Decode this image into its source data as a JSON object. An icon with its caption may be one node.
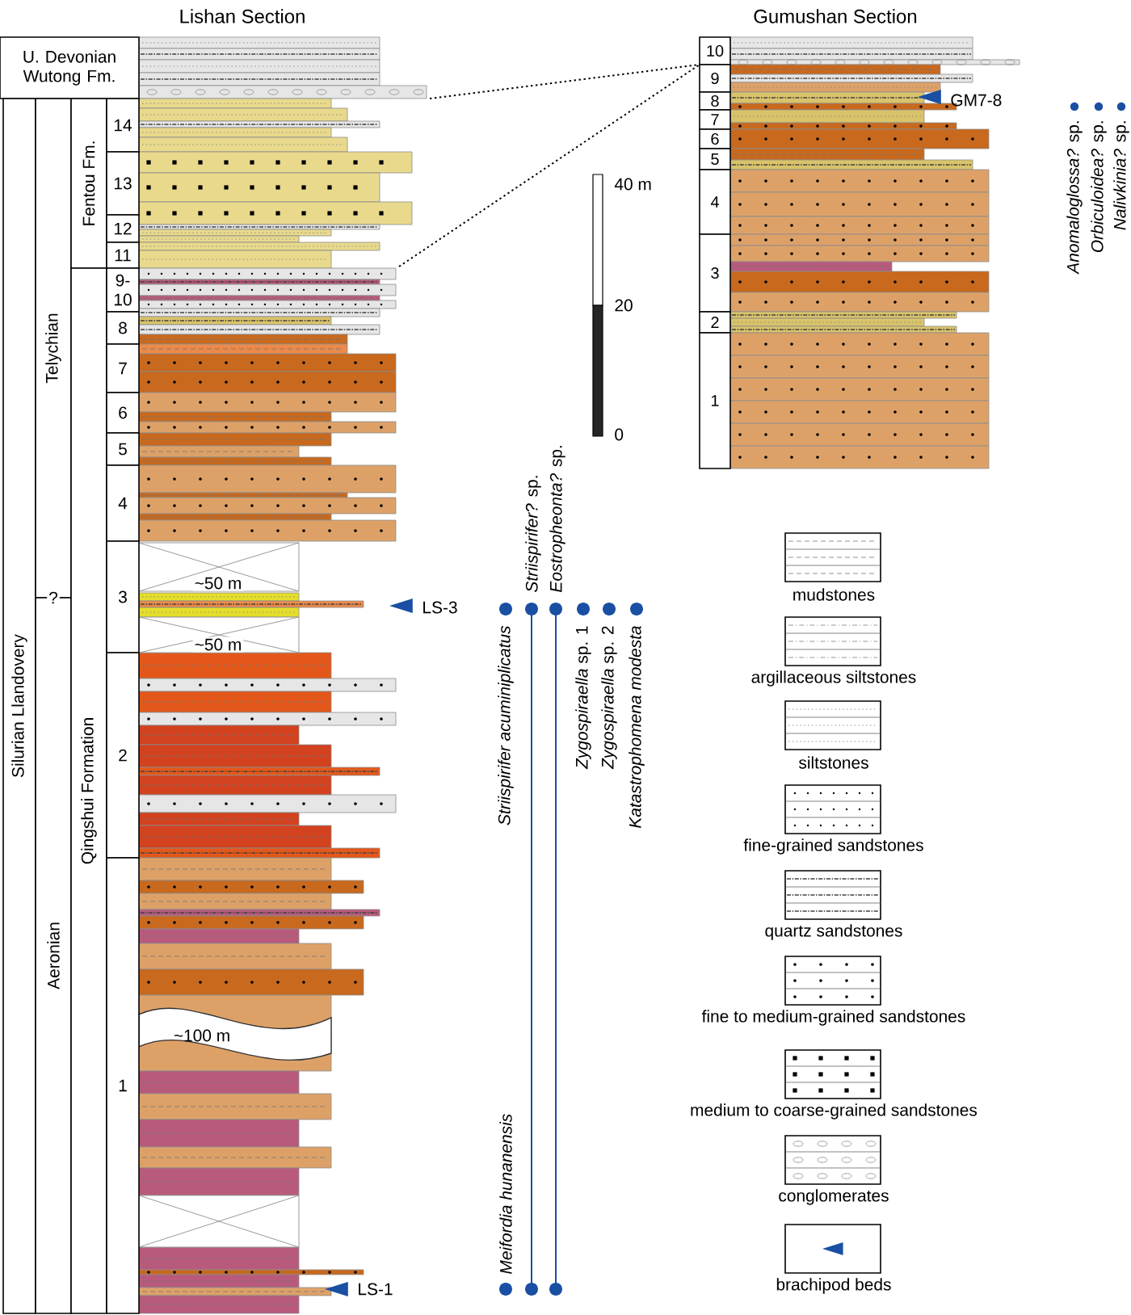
{
  "diagram": {
    "nodes": [
      {
        "text": [
          "U. Devonian Wutong Fm."
        ]
      },
      {
        "text": [
          "Silurian Llandovery"
        ]
      },
      {
        "text": [
          "Telychian"
        ]
      },
      {
        "text": [
          "Aeronian"
        ]
      },
      {
        "text": [
          "Fentou Fm."
        ]
      },
      {
        "text": [
          "Qingshui Formation"
        ]
      },
      {
        "text": [
          "14"
        ]
      },
      {
        "text": [
          "13"
        ]
      },
      {
        "text": [
          "12"
        ]
      },
      {
        "text": [
          "11"
        ]
      },
      {
        "text": [
          "9- 10"
        ]
      },
      {
        "text": [
          "8"
        ]
      },
      {
        "text": [
          "7"
        ]
      },
      {
        "text": [
          "6"
        ]
      },
      {
        "text": [
          "5"
        ]
      },
      {
        "text": [
          "4"
        ]
      },
      {
        "text": [
          "3"
        ]
      },
      {
        "text": [
          "2"
        ]
      },
      {
        "text": [
          "1"
        ]
      },
      {
        "text": [
          "10"
        ]
      },
      {
        "text": [
          "9"
        ]
      },
      {
        "text": [
          "8"
        ]
      },
      {
        "text": [
          "7"
        ]
      },
      {
        "text": [
          "6"
        ]
      },
      {
        "text": [
          "5"
        ]
      },
      {
        "text": [
          "4"
        ]
      },
      {
        "text": [
          "3"
        ]
      },
      {
        "text": [
          "2"
        ]
      },
      {
        "text": [
          "1"
        ]
      }
    ],
    "labels": [
      "Lishan Section",
      "Gumushan Section",
      "GM7-8",
      "*Anomaloglossa?* sp.",
      "*Orbiculoidea?* sp.",
      "*Nalivkinia?* sp.",
      "40 m",
      "20",
      "0",
      "~50 m",
      "*Striispirifer?* sp.",
      "*Eostropheonta?* sp.",
      "LS-3",
      "~50 m",
      "Striispirifer acuminiplicatus",
      "*Zygospiraella* sp. 1",
      "*Zygospiraella* sp. 2",
      "Katastrophomena modesta",
      "?",
      "~100 m",
      "Meifordia hunanensis",
      "LS-1"
    ],
    "legend": [
      {
        "text": "mudstones"
      },
      {
        "text": "argillaceous siltstones"
      },
      {
        "text": "siltstones"
      },
      {
        "text": "fine-grained sandstones"
      },
      {
        "text": "quartz sandstones"
      },
      {
        "text": "fine to medium-grained sandstones"
      },
      {
        "text": "medium to coarse-grained sandstones"
      },
      {
        "text": "conglomerates"
      },
      {
        "text": "brachipod beds"
      }
    ]
  }
}
